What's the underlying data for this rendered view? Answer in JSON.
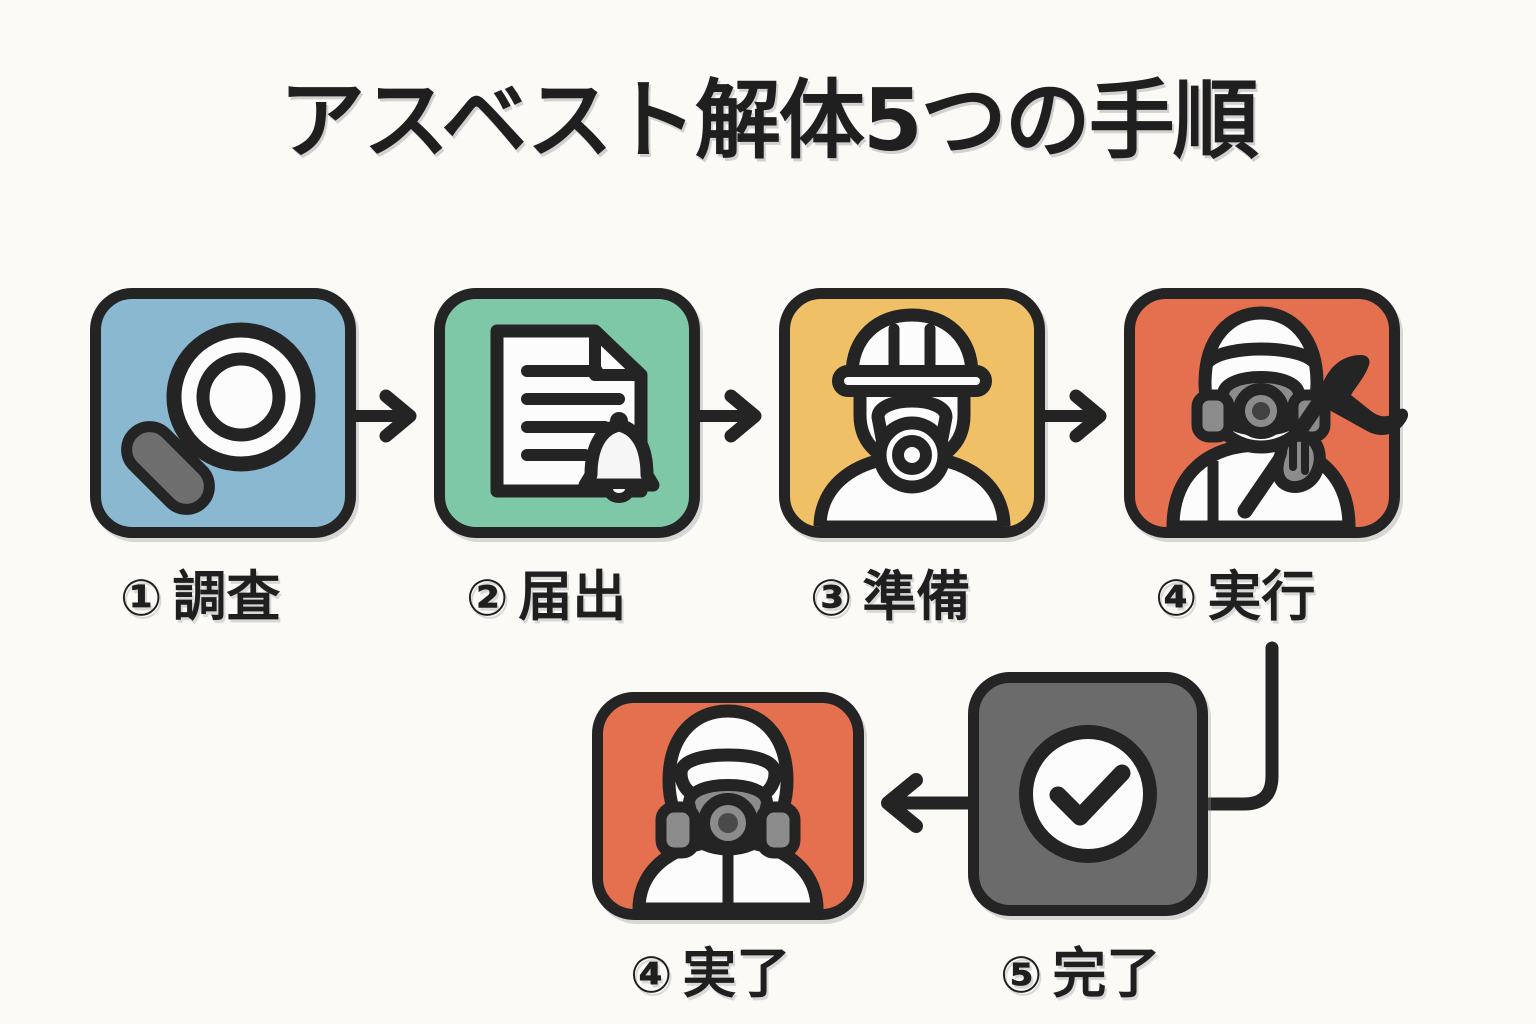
{
  "page": {
    "title": "アスベスト解体5つの手順",
    "background_color": "#fbfaf7",
    "outline_color": "#242424",
    "text_color": "#1f1f1f"
  },
  "diagram_data": {
    "type": "process-flow",
    "layout": "two rows: four steps left-to-right on top, two steps right-to-left on bottom",
    "step_count_stated": 5,
    "steps": [
      {
        "number": "①",
        "label": "調査",
        "icon": "magnifying-glass-icon",
        "tile_color": "#8ab8d0"
      },
      {
        "number": "②",
        "label": "届出",
        "icon": "document-bell-icon",
        "tile_color": "#7ec8a8"
      },
      {
        "number": "③",
        "label": "準備",
        "icon": "hardhat-worker-respirator-icon",
        "tile_color": "#f0c066"
      },
      {
        "number": "④",
        "label": "実行",
        "icon": "hazmat-worker-hammer-icon",
        "tile_color": "#e5704f"
      },
      {
        "number": "④",
        "label": "実了",
        "icon": "hazmat-worker-respirator-icon",
        "tile_color": "#e5704f"
      },
      {
        "number": "⑤",
        "label": "完了",
        "icon": "check-circle-icon",
        "tile_color": "#6b6b6b"
      }
    ],
    "connectors": [
      {
        "name": "arrow-step1-to-step2",
        "direction": "right"
      },
      {
        "name": "arrow-step2-to-step3",
        "direction": "right"
      },
      {
        "name": "arrow-step3-to-step4",
        "direction": "right"
      },
      {
        "name": "elbow-step4-to-step5",
        "direction": "down-then-left"
      },
      {
        "name": "arrow-step5-to-step6",
        "direction": "left"
      }
    ]
  }
}
